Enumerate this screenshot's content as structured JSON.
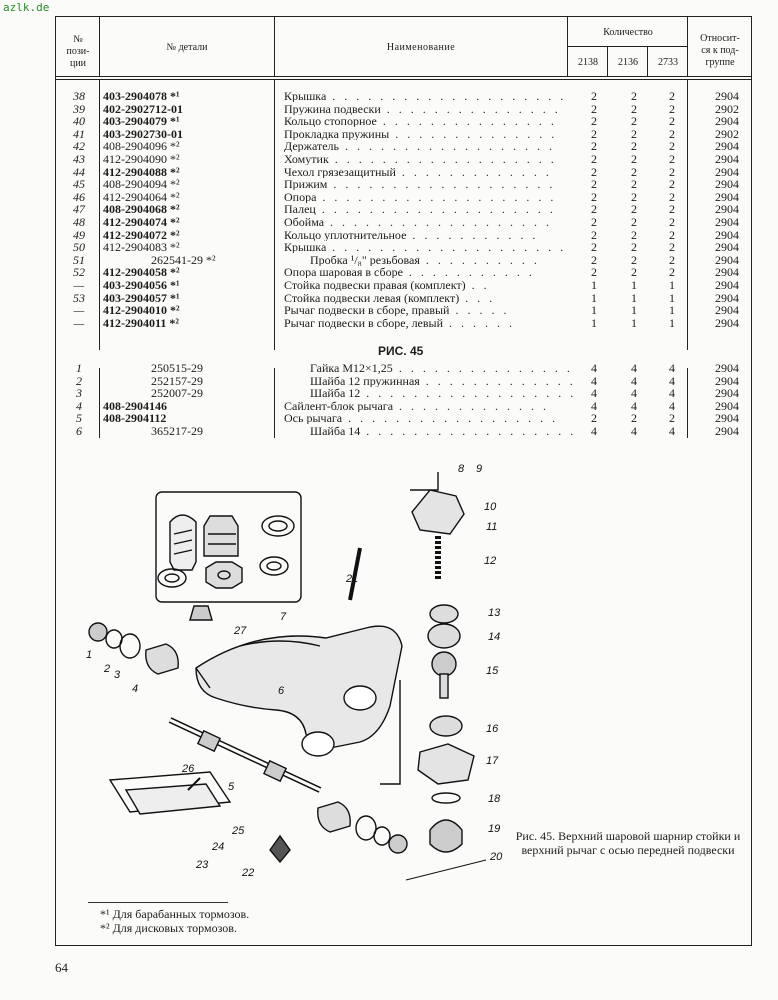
{
  "site": "azlk.de",
  "header": {
    "col_num": [
      "№",
      "пози-",
      "ции"
    ],
    "col_part": "№ детали",
    "col_name": "Наименование",
    "col_qty": "Количество",
    "qty_models": [
      "2138",
      "2136",
      "2733"
    ],
    "col_group": [
      "Относит-",
      "ся к под-",
      "группе"
    ]
  },
  "rows1": [
    {
      "num": "38",
      "part": "403-2904078 *¹",
      "bold": true,
      "name": "Крышка",
      "dots": ". . . . . . . . . . . . . . . . . . . .",
      "q": [
        "2",
        "2",
        "2"
      ],
      "grp": "2904"
    },
    {
      "num": "39",
      "part": "402-2902712-01",
      "bold": true,
      "name": "Пружина подвески",
      "dots": ". . . . . . . . . . . . . . . .",
      "q": [
        "2",
        "2",
        "2"
      ],
      "grp": "2902"
    },
    {
      "num": "40",
      "part": "403-2904079 *¹",
      "bold": true,
      "name": "Кольцо стопорное",
      "dots": ". . . . . . . . . . . . . . .",
      "q": [
        "2",
        "2",
        "2"
      ],
      "grp": "2904"
    },
    {
      "num": "41",
      "part": "403-2902730-01",
      "bold": true,
      "name": "Прокладка пружины",
      "dots": ". . . . . . . . . . . . . .",
      "q": [
        "2",
        "2",
        "2"
      ],
      "grp": "2902"
    },
    {
      "num": "42",
      "part": "408-2904096 *²",
      "bold": false,
      "name": "Держатель",
      "dots": ". . . . . . . . . . . . . . . . . .",
      "q": [
        "2",
        "2",
        "2"
      ],
      "grp": "2904"
    },
    {
      "num": "43",
      "part": "412-2904090 *²",
      "bold": false,
      "name": "Хомутик",
      "dots": ". . . . . . . . . . . . . . . . . . .",
      "q": [
        "2",
        "2",
        "2"
      ],
      "grp": "2904"
    },
    {
      "num": "44",
      "part": "412-2904088 *²",
      "bold": true,
      "name": "Чехол грязезащитный",
      "dots": ". . . . . . . . . . . . .",
      "q": [
        "2",
        "2",
        "2"
      ],
      "grp": "2904"
    },
    {
      "num": "45",
      "part": "408-2904094 *²",
      "bold": false,
      "name": "Прижим",
      "dots": ". . . . . . . . . . . . . . . . . . .",
      "q": [
        "2",
        "2",
        "2"
      ],
      "grp": "2904"
    },
    {
      "num": "46",
      "part": "412-2904064 *²",
      "bold": false,
      "name": "Опора",
      "dots": ". . . . . . . . . . . . . . . . . . . .",
      "q": [
        "2",
        "2",
        "2"
      ],
      "grp": "2904"
    },
    {
      "num": "47",
      "part": "408-2904068 *²",
      "bold": true,
      "name": "Палец",
      "dots": ". . . . . . . . . . . . . . . . . . . .",
      "q": [
        "2",
        "2",
        "2"
      ],
      "grp": "2904"
    },
    {
      "num": "48",
      "part": "412-2904074 *²",
      "bold": true,
      "name": "Обойма",
      "dots": ". . . . . . . . . . . . . . . . . . .",
      "q": [
        "2",
        "2",
        "2"
      ],
      "grp": "2904"
    },
    {
      "num": "49",
      "part": "412-2904072 *²",
      "bold": true,
      "name": "Кольцо уплотнительное",
      "dots": ". . . . . . . . . . .",
      "q": [
        "2",
        "2",
        "2"
      ],
      "grp": "2904"
    },
    {
      "num": "50",
      "part": "412-2904083 *²",
      "bold": false,
      "name": "Крышка",
      "dots": ". . . . . . . . . . . . . . . . . . . .",
      "q": [
        "2",
        "2",
        "2"
      ],
      "grp": "2904"
    },
    {
      "num": "51",
      "part": "262541-29 *²",
      "bold": false,
      "indent": true,
      "name": "Пробка ¹/₈\" резьбовая",
      "dots": ". . . . . . . . . .",
      "q": [
        "2",
        "2",
        "2"
      ],
      "grp": "2904"
    },
    {
      "num": "52",
      "part": "412-2904058 *²",
      "bold": true,
      "name": "Опора шаровая в сборе",
      "dots": ". . . . . . . . . . .",
      "q": [
        "2",
        "2",
        "2"
      ],
      "grp": "2904"
    },
    {
      "num": "—",
      "part": "403-2904056 *¹",
      "bold": true,
      "name": "Стойка подвески правая (комплект)",
      "dots": ". .",
      "q": [
        "1",
        "1",
        "1"
      ],
      "grp": "2904"
    },
    {
      "num": "53",
      "part": "403-2904057 *¹",
      "bold": true,
      "name": "Стойка подвески левая (комплект)",
      "dots": ". . .",
      "q": [
        "1",
        "1",
        "1"
      ],
      "grp": "2904"
    },
    {
      "num": "—",
      "part": "412-2904010 *²",
      "bold": true,
      "name": "Рычаг подвески в сборе, правый",
      "dots": ". . . . .",
      "q": [
        "1",
        "1",
        "1"
      ],
      "grp": "2904"
    },
    {
      "num": "—",
      "part": "412-2904011 *²",
      "bold": true,
      "name": "Рычаг подвески в сборе, левый",
      "dots": ". . . . . .",
      "q": [
        "1",
        "1",
        "1"
      ],
      "grp": "2904"
    }
  ],
  "section_title": "РИС. 45",
  "rows2": [
    {
      "num": "1",
      "part": "250515-29",
      "bold": false,
      "indent": true,
      "name": "Гайка М12×1,25",
      "dots": ". . . . . . . . . . . . . . .",
      "q": [
        "4",
        "4",
        "4"
      ],
      "grp": "2904"
    },
    {
      "num": "2",
      "part": "252157-29",
      "bold": false,
      "indent": true,
      "name": "Шайба 12 пружинная",
      "dots": ". . . . . . . . . . . . .",
      "q": [
        "4",
        "4",
        "4"
      ],
      "grp": "2904"
    },
    {
      "num": "3",
      "part": "252007-29",
      "bold": false,
      "indent": true,
      "name": "Шайба 12",
      "dots": ". . . . . . . . . . . . . . . . . .",
      "q": [
        "4",
        "4",
        "4"
      ],
      "grp": "2904"
    },
    {
      "num": "4",
      "part": "408-2904146",
      "bold": true,
      "name": "Сайлент-блок рычага",
      "dots": ". . . . . . . . . . . . .",
      "q": [
        "4",
        "4",
        "4"
      ],
      "grp": "2904"
    },
    {
      "num": "5",
      "part": "408-2904112",
      "bold": true,
      "name": "Ось рычага",
      "dots": ". . . . . . . . . . . . . . . . . .",
      "q": [
        "2",
        "2",
        "2"
      ],
      "grp": "2904"
    },
    {
      "num": "6",
      "part": "365217-29",
      "bold": false,
      "indent": true,
      "name": "Шайба 14",
      "dots": ". . . . . . . . . . . . . . . . . .",
      "q": [
        "4",
        "4",
        "4"
      ],
      "grp": "2904"
    }
  ],
  "figure": {
    "callouts": [
      "1",
      "2",
      "3",
      "4",
      "5",
      "6",
      "7",
      "8",
      "9",
      "10",
      "11",
      "12",
      "13",
      "14",
      "15",
      "16",
      "17",
      "18",
      "19",
      "20",
      "21",
      "22",
      "23",
      "24",
      "25",
      "26",
      "27"
    ],
    "caption": "Рис. 45. Верхний шаровой шарнир стойки и верхний рычаг с осью передней подвески"
  },
  "footnotes": [
    "*¹ Для барабанных тормозов.",
    "*² Для дисковых тормозов."
  ],
  "page_number": "64"
}
